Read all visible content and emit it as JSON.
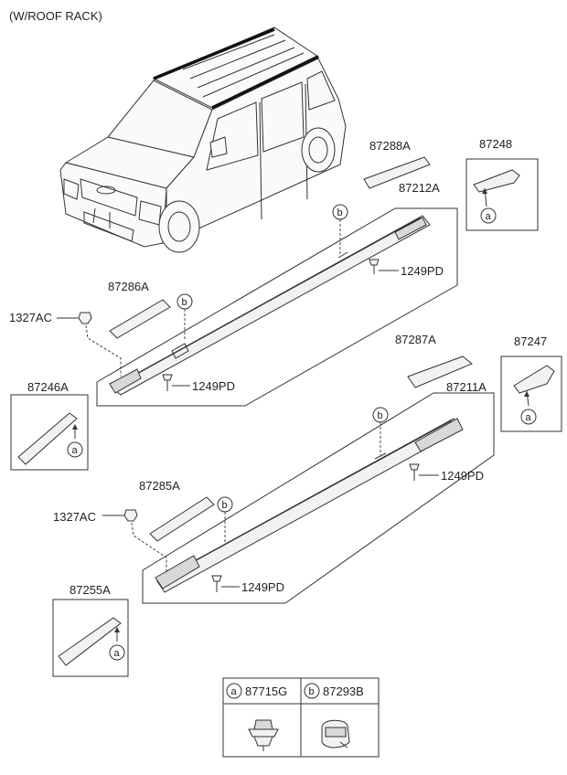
{
  "title": "(W/ROOF RACK)",
  "labels": {
    "p87288A": "87288A",
    "p87248": "87248",
    "p87212A": "87212A",
    "p1249PD_1": "1249PD",
    "p87286A": "87286A",
    "p1327AC_1": "1327AC",
    "p1249PD_2": "1249PD",
    "p87246A": "87246A",
    "p87287A": "87287A",
    "p87247": "87247",
    "p87211A": "87211A",
    "p1249PD_3": "1249PD",
    "p87285A": "87285A",
    "p1327AC_2": "1327AC",
    "p1249PD_4": "1249PD",
    "p87255A": "87255A"
  },
  "markers": {
    "a": "a",
    "b": "b"
  },
  "legend": {
    "a_letter": "a",
    "a_part": "87715G",
    "b_letter": "b",
    "b_part": "87293B"
  },
  "icons": [
    "car-illustration",
    "roof-rail",
    "end-cap",
    "bolt",
    "nut",
    "clip",
    "cap"
  ]
}
